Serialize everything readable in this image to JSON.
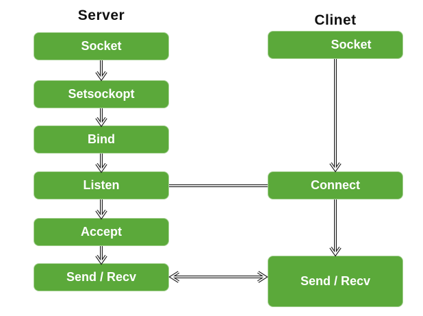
{
  "diagram": {
    "background_color": "#ffffff",
    "box_fill_color": "#5BA93A",
    "box_text_color": "#ffffff",
    "arrow_color": "#1a1a1a",
    "title_color": "#111111",
    "server": {
      "title": "Server",
      "boxes": [
        "Socket",
        "Setsockopt",
        "Bind",
        "Listen",
        "Accept",
        "Send / Recv"
      ]
    },
    "client": {
      "title": "Clinet",
      "boxes": [
        "Socket",
        "Connect",
        "Send / Recv"
      ]
    },
    "connections": [
      {
        "from": "server-socket",
        "to": "server-setsockopt",
        "type": "arrow"
      },
      {
        "from": "server-setsockopt",
        "to": "server-bind",
        "type": "arrow"
      },
      {
        "from": "server-bind",
        "to": "server-listen",
        "type": "arrow"
      },
      {
        "from": "server-listen",
        "to": "server-accept",
        "type": "arrow"
      },
      {
        "from": "server-accept",
        "to": "server-send-recv",
        "type": "arrow"
      },
      {
        "from": "client-socket",
        "to": "client-connect",
        "type": "arrow"
      },
      {
        "from": "client-connect",
        "to": "client-send-recv",
        "type": "arrow"
      },
      {
        "from": "server-listen",
        "to": "client-connect",
        "type": "line"
      },
      {
        "from": "server-send-recv",
        "to": "client-send-recv",
        "type": "double-arrow"
      }
    ]
  }
}
